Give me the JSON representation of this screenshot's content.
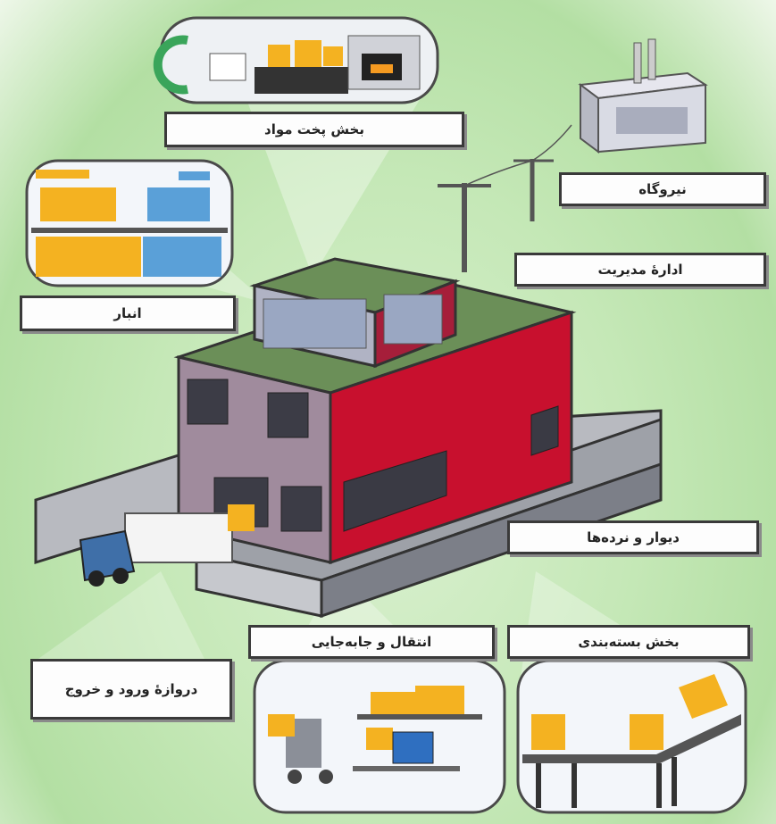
{
  "labels": {
    "material_cooking": "بخش پخت مواد",
    "power_plant": "نیروگاه",
    "management": "ادارهٔ مدیریت",
    "warehouse": "انبار",
    "walls_fences": "دیوار و نرده‌ها",
    "transport": "انتقال و جابه‌جایی",
    "packaging": "بخش بسته‌بندی",
    "gateway": "دروازهٔ ورود و خروج"
  },
  "colors": {
    "background": "#c5e8b7",
    "building_front": "#c8102e",
    "building_side": "#9d8a98",
    "roof": "#6b8f58",
    "accent_yellow": "#f4b221",
    "accent_blue": "#5aa0d8",
    "outline": "#333333"
  }
}
